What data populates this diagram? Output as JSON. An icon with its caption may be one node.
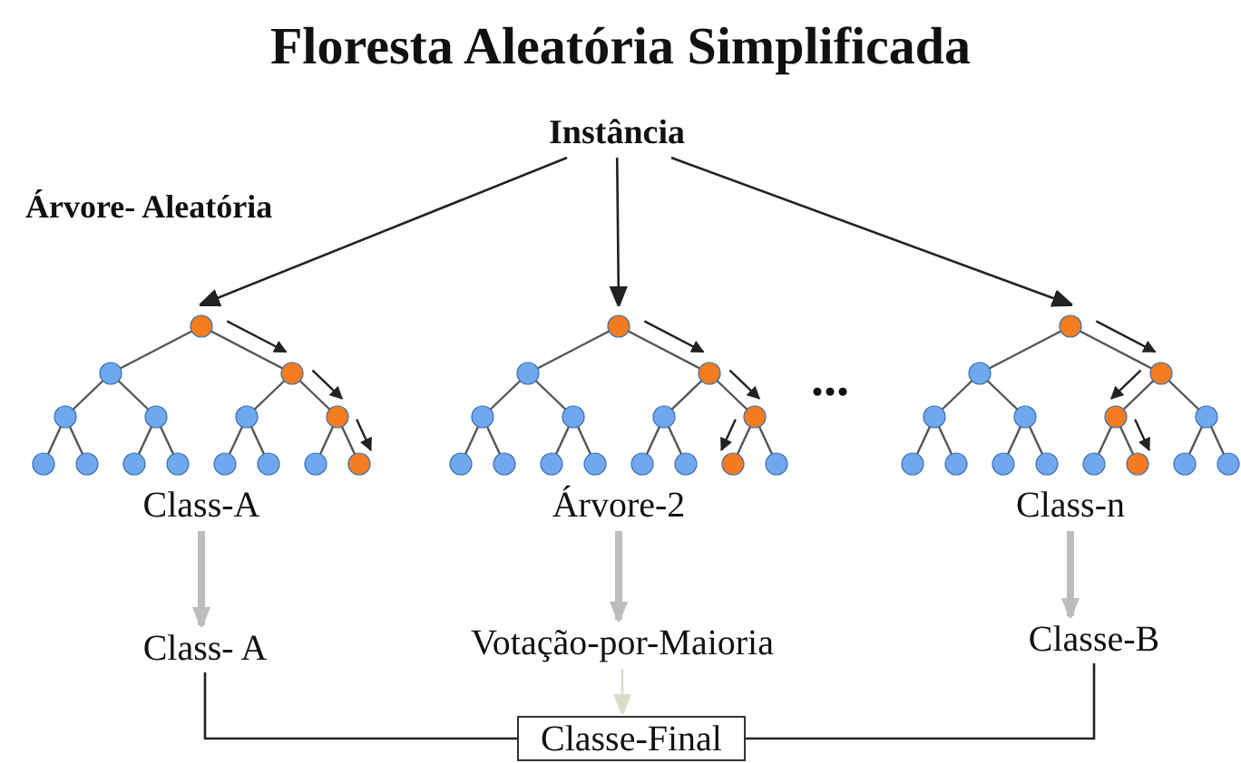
{
  "diagram": {
    "title": "Floresta Aleatória Simplificada",
    "nodes": [
      {
        "text": [
          "Instância"
        ]
      },
      {
        "text": [
          "Class-A"
        ]
      },
      {
        "text": [
          "Árvore-2"
        ]
      },
      {
        "text": [
          "Class-n"
        ]
      },
      {
        "text": [
          "Class- A"
        ]
      },
      {
        "text": [
          "Votação-por-Maioria"
        ]
      },
      {
        "text": [
          "Classe-B"
        ]
      },
      {
        "text": [
          "Classe-Final"
        ]
      }
    ],
    "edges": [
      {
        "from": 0,
        "to": 1,
        "arrow": "to"
      },
      {
        "from": 0,
        "to": 2,
        "arrow": "to"
      },
      {
        "from": 0,
        "to": 3,
        "arrow": "to"
      },
      {
        "from": 1,
        "to": 4,
        "arrow": "to",
        "style": "thick",
        "color": "#bdbdbd"
      },
      {
        "from": 2,
        "to": 5,
        "arrow": "to",
        "style": "thick",
        "color": "#bdbdbd"
      },
      {
        "from": 3,
        "to": 6,
        "arrow": "to",
        "style": "thick",
        "color": "#bdbdbd"
      },
      {
        "from": 5,
        "to": 7,
        "arrow": "to",
        "color": "#dcdccc"
      },
      {
        "from": 4,
        "to": 7,
        "arrow": "none"
      },
      {
        "from": 6,
        "to": 7,
        "arrow": "none"
      }
    ],
    "labels": [
      "Árvore- Aleatória",
      "..."
    ]
  }
}
